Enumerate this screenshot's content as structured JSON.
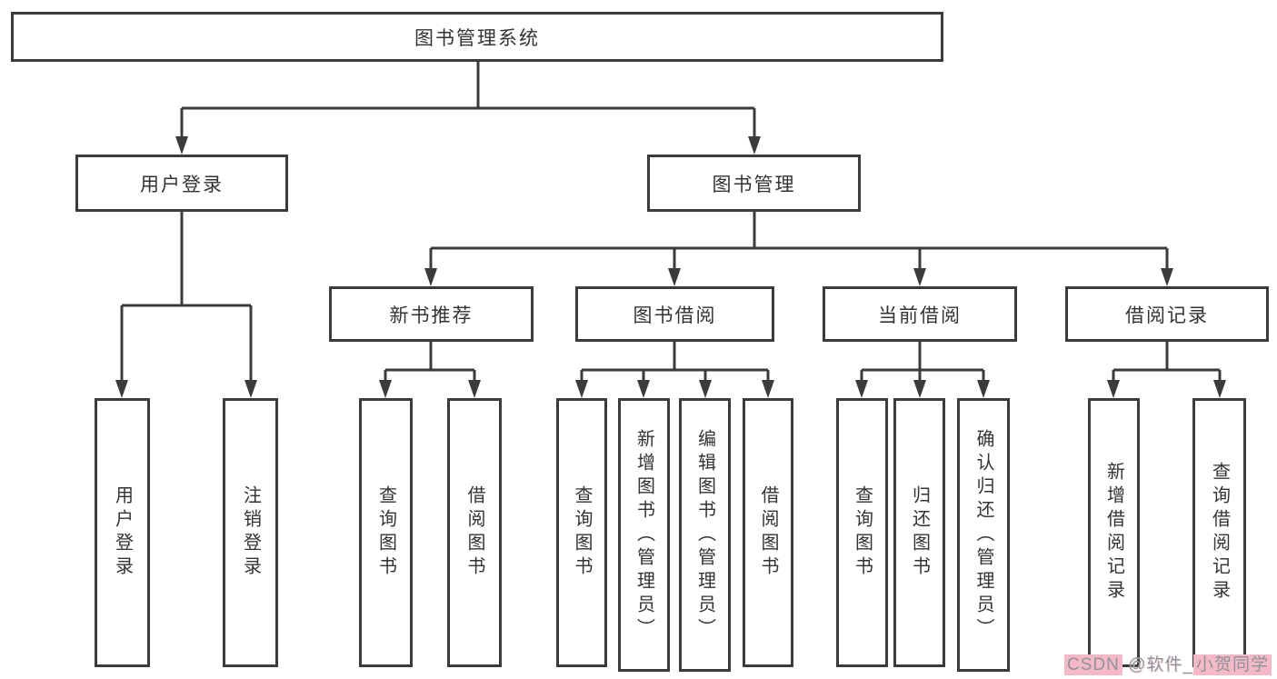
{
  "tree": {
    "root": "图书管理系统",
    "branches": [
      {
        "label": "用户登录",
        "children": [
          "用户登录",
          "注销登录"
        ]
      },
      {
        "label": "图书管理",
        "groups": [
          {
            "label": "新书推荐",
            "children": [
              "查询图书",
              "借阅图书"
            ]
          },
          {
            "label": "图书借阅",
            "children": [
              "查询图书",
              "新增图书（管理员）",
              "编辑图书（管理员）",
              "借阅图书"
            ]
          },
          {
            "label": "当前借阅",
            "children": [
              "查询图书",
              "归还图书",
              "确认归还（管理员）"
            ]
          },
          {
            "label": "借阅记录",
            "children": [
              "新增借阅记录",
              "查询借阅记录"
            ]
          }
        ]
      }
    ]
  },
  "watermark": {
    "prefix": "CSDN",
    "middle": " @软件_",
    "suffix": "小贺同学"
  },
  "colors": {
    "background": "#ffffff",
    "line": "#3b3b3b",
    "text": "#333333",
    "watermark_text": "#8e949b",
    "watermark_chip": "#f4b8c6"
  }
}
